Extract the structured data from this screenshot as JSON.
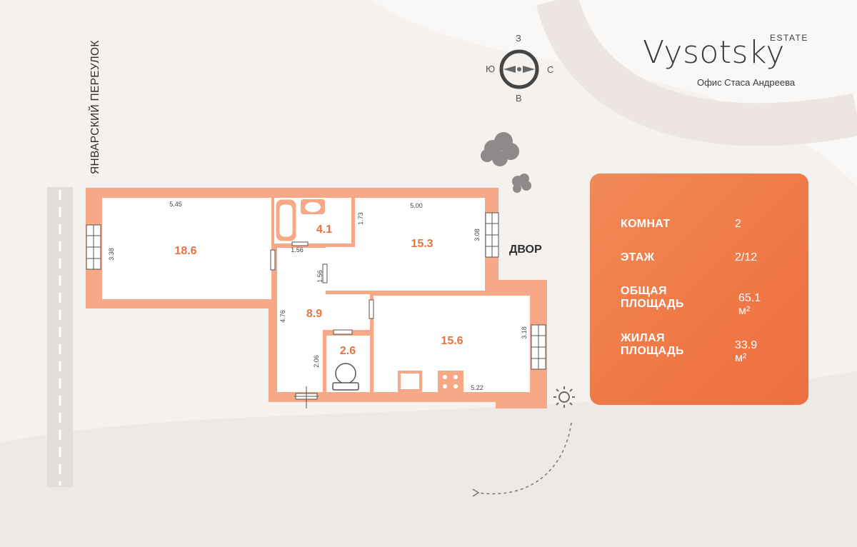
{
  "brand": {
    "name": "Vysotsky",
    "superscript": "ESTATE",
    "subtitle": "Офис Стаса Андреева"
  },
  "compass": {
    "north": "З",
    "south": "В",
    "west": "Ю",
    "east": "С"
  },
  "street_label": "ЯНВАРСКИЙ ПЕРЕУЛОК",
  "yard_label": "ДВОР",
  "rooms": [
    {
      "id": "living-room",
      "area": "18.6"
    },
    {
      "id": "bathroom",
      "area": "4.1"
    },
    {
      "id": "bedroom",
      "area": "15.3"
    },
    {
      "id": "hallway",
      "area": "8.9"
    },
    {
      "id": "toilet",
      "area": "2.6"
    },
    {
      "id": "kitchen",
      "area": "15.6"
    }
  ],
  "dimensions": {
    "living_width": "5.45",
    "living_height": "3.38",
    "bath_height": "1.73",
    "bedroom_width": "5.00",
    "bedroom_height": "3.08",
    "hall_top": "1.56",
    "hall_side": "1.56",
    "hall_height": "4.76",
    "toilet_height": "2.06",
    "kitchen_height": "3.18",
    "kitchen_width": "5.22"
  },
  "summary": {
    "rooms_label": "КОМНАТ",
    "rooms_value": "2",
    "floor_label": "ЭТАЖ",
    "floor_value": "2/12",
    "total_label_1": "ОБЩАЯ",
    "total_label_2": "ПЛОЩАДЬ",
    "total_value": "65.1 м²",
    "living_label_1": "ЖИЛАЯ",
    "living_label_2": "ПЛОЩАДЬ",
    "living_value": "33.9 м²"
  },
  "colors": {
    "wall": "#f7a887",
    "accent": "#e6743f",
    "card": "#f07f4c",
    "background": "#f6f2f0"
  }
}
